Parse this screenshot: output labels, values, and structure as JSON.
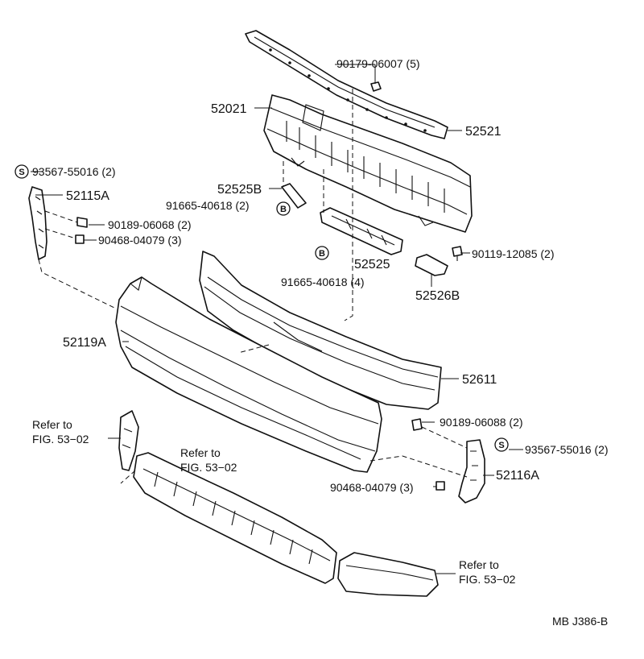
{
  "labels": {
    "p90179": "90179-06007 (5)",
    "p52021": "52021",
    "p52521": "52521",
    "p93567_l": "93567-55016 (2)",
    "p52115A": "52115A",
    "p52525B": "52525B",
    "p91665_top": "91665-40618 (2)",
    "p90189_l": "90189-06068 (2)",
    "p90468_l": "90468-04079 (3)",
    "p90119": "90119-12085 (2)",
    "p52525": "52525",
    "p91665_mid": "91665-40618 (4)",
    "p52526B": "52526B",
    "p52119A": "52119A",
    "p52611": "52611",
    "refer_left_1": "Refer to",
    "refer_left_2": "FIG. 53−02",
    "p90189_r": "90189-06088 (2)",
    "p93567_r": "93567-55016 (2)",
    "refer_mid_1": "Refer to",
    "refer_mid_2": "FIG. 53−02",
    "p52116A": "52116A",
    "p90468_r": "90468-04079 (3)",
    "refer_right_1": "Refer to",
    "refer_right_2": "FIG. 53−02",
    "diagram_code": "MB J386-B"
  },
  "callout_markers": {
    "s_left": "S",
    "b_top": "B",
    "b_mid": "B",
    "s_right": "S"
  }
}
